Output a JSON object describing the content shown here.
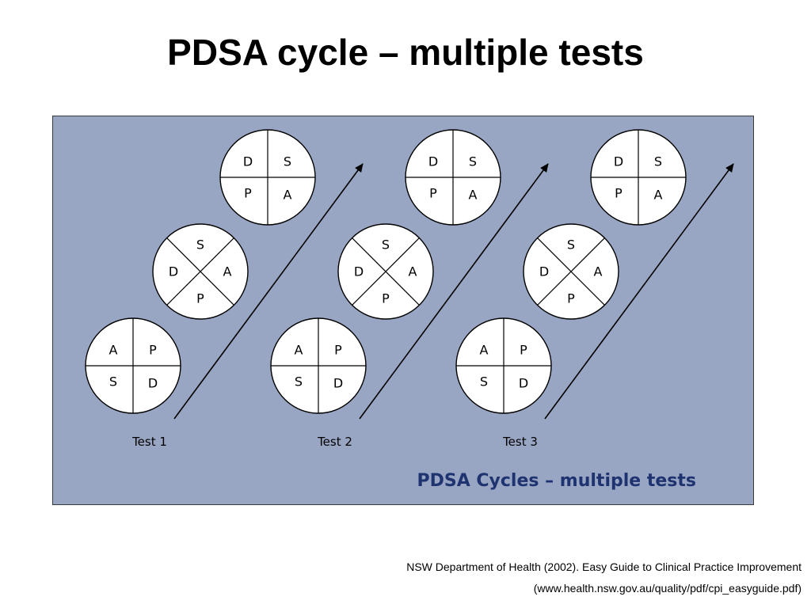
{
  "title": "PDSA cycle – multiple tests",
  "panel_caption": "PDSA Cycles – multiple tests",
  "citation": {
    "line1": "NSW Department of Health (2002). Easy Guide to Clinical Practice Improvement",
    "line2": "(www.health.nsw.gov.au/quality/pdf/cpi_easyguide.pdf)"
  },
  "tests": [
    {
      "label": "Test 1",
      "cycles": [
        {
          "style": "plus",
          "letters": [
            "A",
            "P",
            "S",
            "D"
          ]
        },
        {
          "style": "cross",
          "letters": [
            "S",
            "A",
            "P",
            "D"
          ]
        },
        {
          "style": "plus",
          "letters": [
            "D",
            "S",
            "P",
            "A"
          ]
        }
      ]
    },
    {
      "label": "Test 2",
      "cycles": [
        {
          "style": "plus",
          "letters": [
            "A",
            "P",
            "S",
            "D"
          ]
        },
        {
          "style": "cross",
          "letters": [
            "S",
            "A",
            "P",
            "D"
          ]
        },
        {
          "style": "plus",
          "letters": [
            "D",
            "S",
            "P",
            "A"
          ]
        }
      ]
    },
    {
      "label": "Test 3",
      "cycles": [
        {
          "style": "plus",
          "letters": [
            "A",
            "P",
            "S",
            "D"
          ]
        },
        {
          "style": "cross",
          "letters": [
            "S",
            "A",
            "P",
            "D"
          ]
        },
        {
          "style": "plus",
          "letters": [
            "D",
            "S",
            "P",
            "A"
          ]
        }
      ]
    }
  ],
  "colors": {
    "panel_background": "#98a6c3",
    "circle_fill": "#ffffff",
    "line": "#000000",
    "caption": "#1f3370"
  }
}
